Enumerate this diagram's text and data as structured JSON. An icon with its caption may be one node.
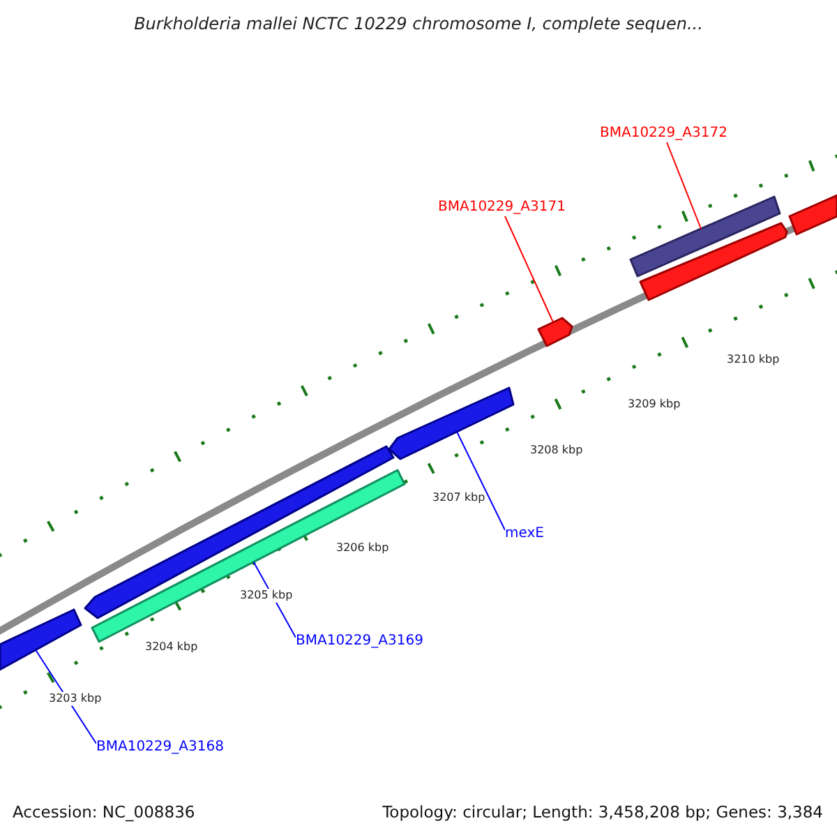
{
  "diagram": {
    "title": "Burkholderia mallei NCTC 10229 chromosome I, complete sequen...",
    "nodes": [
      {
        "text": [
          "BMA10229_A3172"
        ]
      },
      {
        "text": [
          "BMA10229_A3171"
        ]
      },
      {
        "text": [
          "mexE"
        ]
      },
      {
        "text": [
          "BMA10229_A3169"
        ]
      },
      {
        "text": [
          "BMA10229_A3168"
        ]
      },
      {
        "text": [],
        "shape": "bar"
      },
      {
        "text": [],
        "shape": "bar"
      },
      {
        "text": [],
        "shape": "bar"
      },
      {
        "text": [],
        "shape": "bar"
      },
      {
        "text": [],
        "shape": "bar"
      },
      {
        "text": [],
        "shape": "bar"
      },
      {
        "text": [],
        "shape": "bar"
      },
      {
        "text": [],
        "shape": "bar"
      }
    ],
    "edges": [
      {
        "from": 0,
        "to": 10,
        "arrow": "none",
        "color": "#ff0000"
      },
      {
        "from": 1,
        "to": 9,
        "arrow": "none",
        "color": "#ff0000"
      },
      {
        "from": 2,
        "to": 7,
        "arrow": "none"
      },
      {
        "from": 3,
        "to": 8,
        "arrow": "none"
      },
      {
        "from": 4,
        "to": 5,
        "arrow": "none"
      }
    ],
    "labels": [
      "3210 kbp",
      "3209 kbp",
      "3208 kbp",
      "3207 kbp",
      "3206 kbp",
      "3205 kbp",
      "3204 kbp",
      "3203 kbp",
      "Accession: NC_008836",
      "Topology: circular; Length: 3,458,208 bp; Genes: 3,384"
    ]
  }
}
